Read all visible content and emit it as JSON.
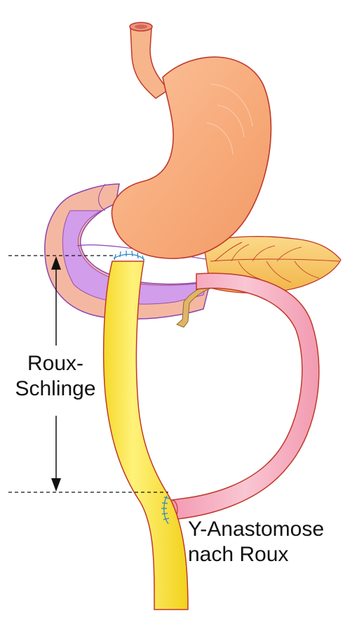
{
  "labels": {
    "roux_schlinge": [
      "Roux-",
      "Schlinge"
    ],
    "y_anastomose": [
      "Y-Anastomose",
      "nach Roux"
    ]
  },
  "colors": {
    "stomach": "#f7a978",
    "stomach_outline": "#c0392b",
    "duodenum": "#f4b3a0",
    "duodenum_inner": "#c48df0",
    "pancreas": "#f6c462",
    "roux_limb": "#f9e84a",
    "biliary_limb": "#f5a6b8",
    "suture": "#2e86c1"
  }
}
